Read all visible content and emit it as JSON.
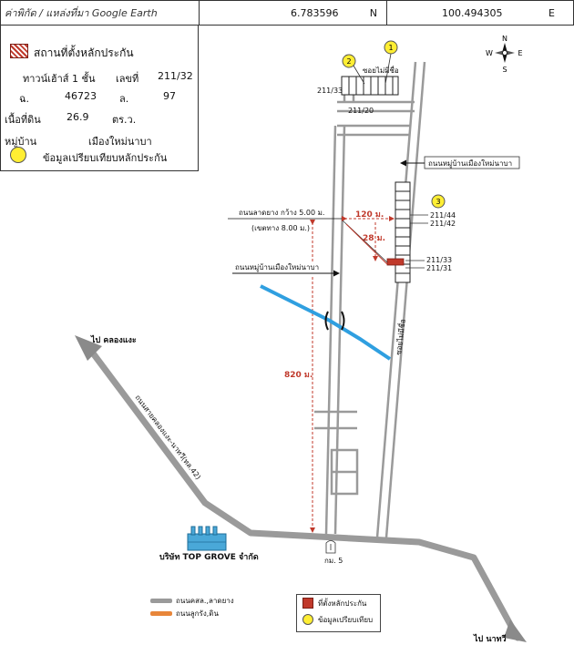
{
  "header": {
    "label": "ค่าพิกัด / แหล่งที่มา Google Earth",
    "lat_value": "6.783596",
    "lat_dir": "N",
    "lon_value": "100.494305",
    "lon_dir": "E"
  },
  "legend": {
    "collateral_title": "สถานที่ตั้งหลักประกัน",
    "type_label": "ทาวน์เฮ้าส์ 1 ชั้น",
    "number_label": "เลขที่",
    "number_value": "211/32",
    "deed_label": "ฉ.",
    "deed_value": "46723",
    "land_label": "ล.",
    "land_value": "97",
    "area_label": "เนื้อที่ดิน",
    "area_value": "26.9",
    "area_unit": "ตร.ว.",
    "village_label": "หมู่บ้าน",
    "village_value": "เมืองใหม่นาบา",
    "comparison_label": "ข้อมูลเปรียบเทียบหลักประกัน"
  },
  "map": {
    "compass": {
      "n": "N",
      "s": "S",
      "e": "E",
      "w": "W"
    },
    "soi_top": "ซอยไม่มีชื่อ",
    "num_211_33_top": "211/33",
    "num_211_20": "211/20",
    "village_road_right": "ถนนหมู่บ้านเมืองใหม่นาบา",
    "concrete_road_line1": "ถนนลาดยาง กว้าง 5.00 ม.",
    "concrete_road_line2": "(เขตทาง 8.00 ม.)",
    "dist_120": "120 ม.",
    "dist_28": "28 ม.",
    "dist_820": "820 ม.",
    "num_211_44": "211/44",
    "num_211_42": "211/42",
    "num_211_33": "211/33",
    "num_211_31": "211/31",
    "village_road_left": "ถนนหมู่บ้านเมืองใหม่นาบา",
    "soi_side": "ซอยไม่มีชื่อ",
    "to_khlong_hae": "ไป คลองแงะ",
    "main_road_label": "ถนนสายคลองแงะ-นาทวี(ทล.42)",
    "company": "บริษัท TOP GROVE จำกัด",
    "km_marker": "กม. 5",
    "to_na_thawi": "ไป นาทวี",
    "marker_1": "1",
    "marker_2": "2",
    "marker_3": "3"
  },
  "bottom_legend": {
    "paved_road": "ถนนคสล.,ลาดยาง",
    "gravel_road": "ถนนลูกรัง,ดิน"
  },
  "key_box": {
    "collateral": "ที่ตั้งหลักประกัน",
    "comparison": "ข้อมูลเปรียบเทียบ"
  },
  "colors": {
    "road": "#9a9a9a",
    "gravel": "#e8863a",
    "canal": "#2f9fe0",
    "collateral": "#c0392b",
    "comparison": "#ffee33",
    "measure": "#c0392b"
  }
}
